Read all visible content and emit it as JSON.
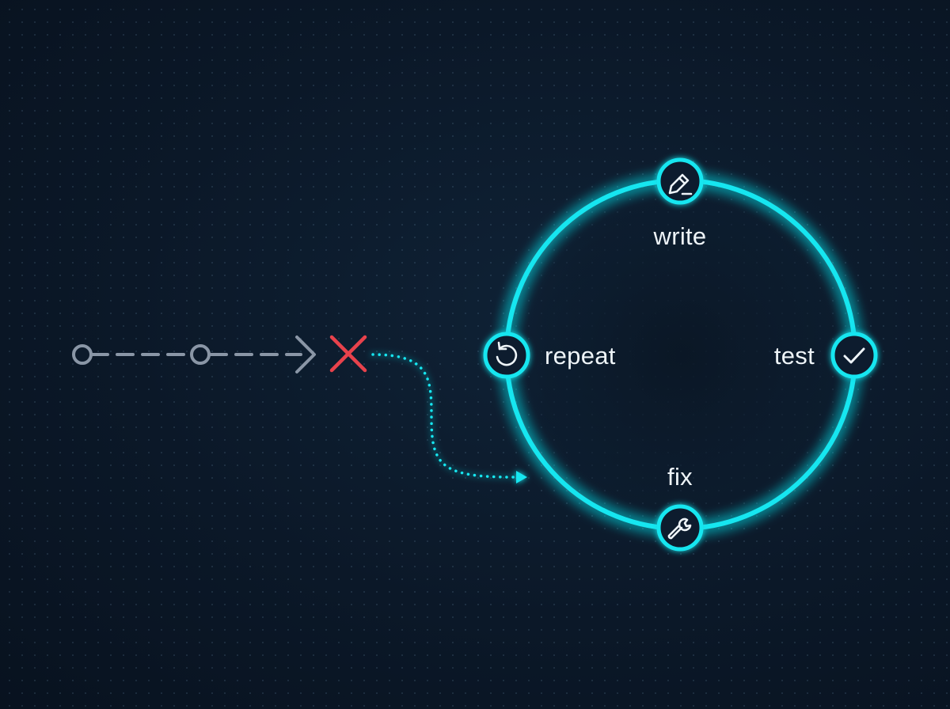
{
  "colors": {
    "background": "#0c1a2b",
    "accent": "#19e6f0",
    "muted": "#8a96a6",
    "error": "#e8424c",
    "label": "#eef4f8"
  },
  "loop": {
    "nodes": [
      {
        "id": "write",
        "label": "write",
        "icon": "pencil-icon"
      },
      {
        "id": "test",
        "label": "test",
        "icon": "check-icon"
      },
      {
        "id": "fix",
        "label": "fix",
        "icon": "wrench-icon"
      },
      {
        "id": "repeat",
        "label": "repeat",
        "icon": "refresh-icon"
      }
    ]
  },
  "linear_path": {
    "icons": [
      "path-start-node-icon",
      "path-mid-node-icon",
      "arrow-head-icon",
      "fail-x-icon"
    ]
  }
}
